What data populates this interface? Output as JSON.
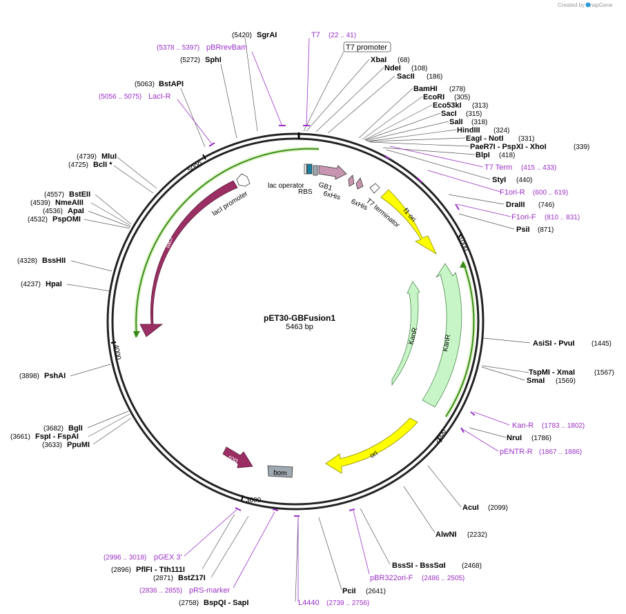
{
  "credit": "Created by SnapGene",
  "plasmid": {
    "name": "pET30-GBFusion1",
    "length": "5463 bp"
  },
  "ticks": [
    "1000",
    "2000",
    "3000",
    "4000",
    "5000"
  ],
  "features": {
    "lac_operator": "lac operator",
    "rbs": "RBS",
    "gb1": "GB1",
    "his1": "6xHis",
    "his2": "6xHis",
    "t7_terminator": "T7 terminator",
    "f1_ori": "f1 ori",
    "lacI_promoter": "lacI promoter",
    "lacI": "lacI",
    "kanR_outer": "KanR",
    "kanR_inner": "KanR",
    "ori": "ori",
    "rop": "rop",
    "bom": "bom"
  },
  "enzymes": [
    {
      "name": "SgrAI",
      "pos": "(5420)"
    },
    {
      "name": "SphI",
      "pos": "(5272)"
    },
    {
      "name": "BstAPI",
      "pos": "(5063)"
    },
    {
      "name": "MluI",
      "pos": "(4739)"
    },
    {
      "name": "BclI *",
      "pos": "(4725)"
    },
    {
      "name": "BstEII",
      "pos": "(4557)"
    },
    {
      "name": "NmeAIII",
      "pos": "(4539)"
    },
    {
      "name": "ApaI",
      "pos": "(4536)"
    },
    {
      "name": "PspOMI",
      "pos": "(4532)"
    },
    {
      "name": "BssHII",
      "pos": "(4328)"
    },
    {
      "name": "HpaI",
      "pos": "(4237)"
    },
    {
      "name": "PshAI",
      "pos": "(3898)"
    },
    {
      "name": "BglI",
      "pos": "(3682)"
    },
    {
      "name": "FspI - FspAI",
      "pos": "(3661)"
    },
    {
      "name": "PpuMI",
      "pos": "(3633)"
    },
    {
      "name": "PflFI - Tth111I",
      "pos": "(2896)"
    },
    {
      "name": "BstZ17I",
      "pos": "(2871)"
    },
    {
      "name": "BspQI - SapI",
      "pos": "(2758)"
    },
    {
      "name": "XbaI",
      "pos": "(68)"
    },
    {
      "name": "NdeI",
      "pos": "(108)"
    },
    {
      "name": "SacII",
      "pos": "(186)"
    },
    {
      "name": "BamHI",
      "pos": "(278)"
    },
    {
      "name": "EcoRI",
      "pos": "(305)"
    },
    {
      "name": "Eco53kI",
      "pos": "(313)"
    },
    {
      "name": "SacI",
      "pos": "(315)"
    },
    {
      "name": "SalI",
      "pos": "(318)"
    },
    {
      "name": "HindIII",
      "pos": "(324)"
    },
    {
      "name": "EagI - NotI",
      "pos": "(331)"
    },
    {
      "name": "PaeR7I - PspXI - XhoI",
      "pos": "(339)"
    },
    {
      "name": "BlpI",
      "pos": "(418)"
    },
    {
      "name": "StyI",
      "pos": "(440)"
    },
    {
      "name": "DraIII",
      "pos": "(746)"
    },
    {
      "name": "PsiI",
      "pos": "(871)"
    },
    {
      "name": "AsiSI - PvuI",
      "pos": "(1445)"
    },
    {
      "name": "TspMI - XmaI",
      "pos": "(1567)"
    },
    {
      "name": "SmaI",
      "pos": "(1569)"
    },
    {
      "name": "NruI",
      "pos": "(1786)"
    },
    {
      "name": "AcuI",
      "pos": "(2099)"
    },
    {
      "name": "AlwNI",
      "pos": "(2232)"
    },
    {
      "name": "BssSI - BssSαI",
      "pos": "(2468)"
    },
    {
      "name": "PciI",
      "pos": "(2641)"
    }
  ],
  "primers": [
    {
      "name": "pBRrevBam",
      "range": "(5378 .. 5397)"
    },
    {
      "name": "T7",
      "range": "(22 .. 41)"
    },
    {
      "name": "LacI-R",
      "range": "(5056 .. 5075)"
    },
    {
      "name": "T7 Term",
      "range": "(415 .. 433)"
    },
    {
      "name": "F1ori-R",
      "range": "(600 .. 619)"
    },
    {
      "name": "F1ori-F",
      "range": "(810 .. 831)"
    },
    {
      "name": "Kan-R",
      "range": "(1783 .. 1802)"
    },
    {
      "name": "pENTR-R",
      "range": "(1867 .. 1886)"
    },
    {
      "name": "pGEX 3'",
      "range": "(2996 .. 3018)"
    },
    {
      "name": "pRS-marker",
      "range": "(2836 .. 2855)"
    },
    {
      "name": "L4440",
      "range": "(2739 .. 2756)"
    },
    {
      "name": "pBR322ori-F",
      "range": "(2486 .. 2505)"
    }
  ],
  "promoter_box": "T7 promoter",
  "colors": {
    "lacI": "#9b2f63",
    "f1ori": "#ffff00",
    "kanR": "#c8f5c8",
    "ori": "#ffff00",
    "rop": "#9b2f63",
    "bom": "#a0a8b0",
    "gb1": "#c895b0",
    "primer": "#9a2fc6",
    "orf": "#3a8a1a"
  }
}
